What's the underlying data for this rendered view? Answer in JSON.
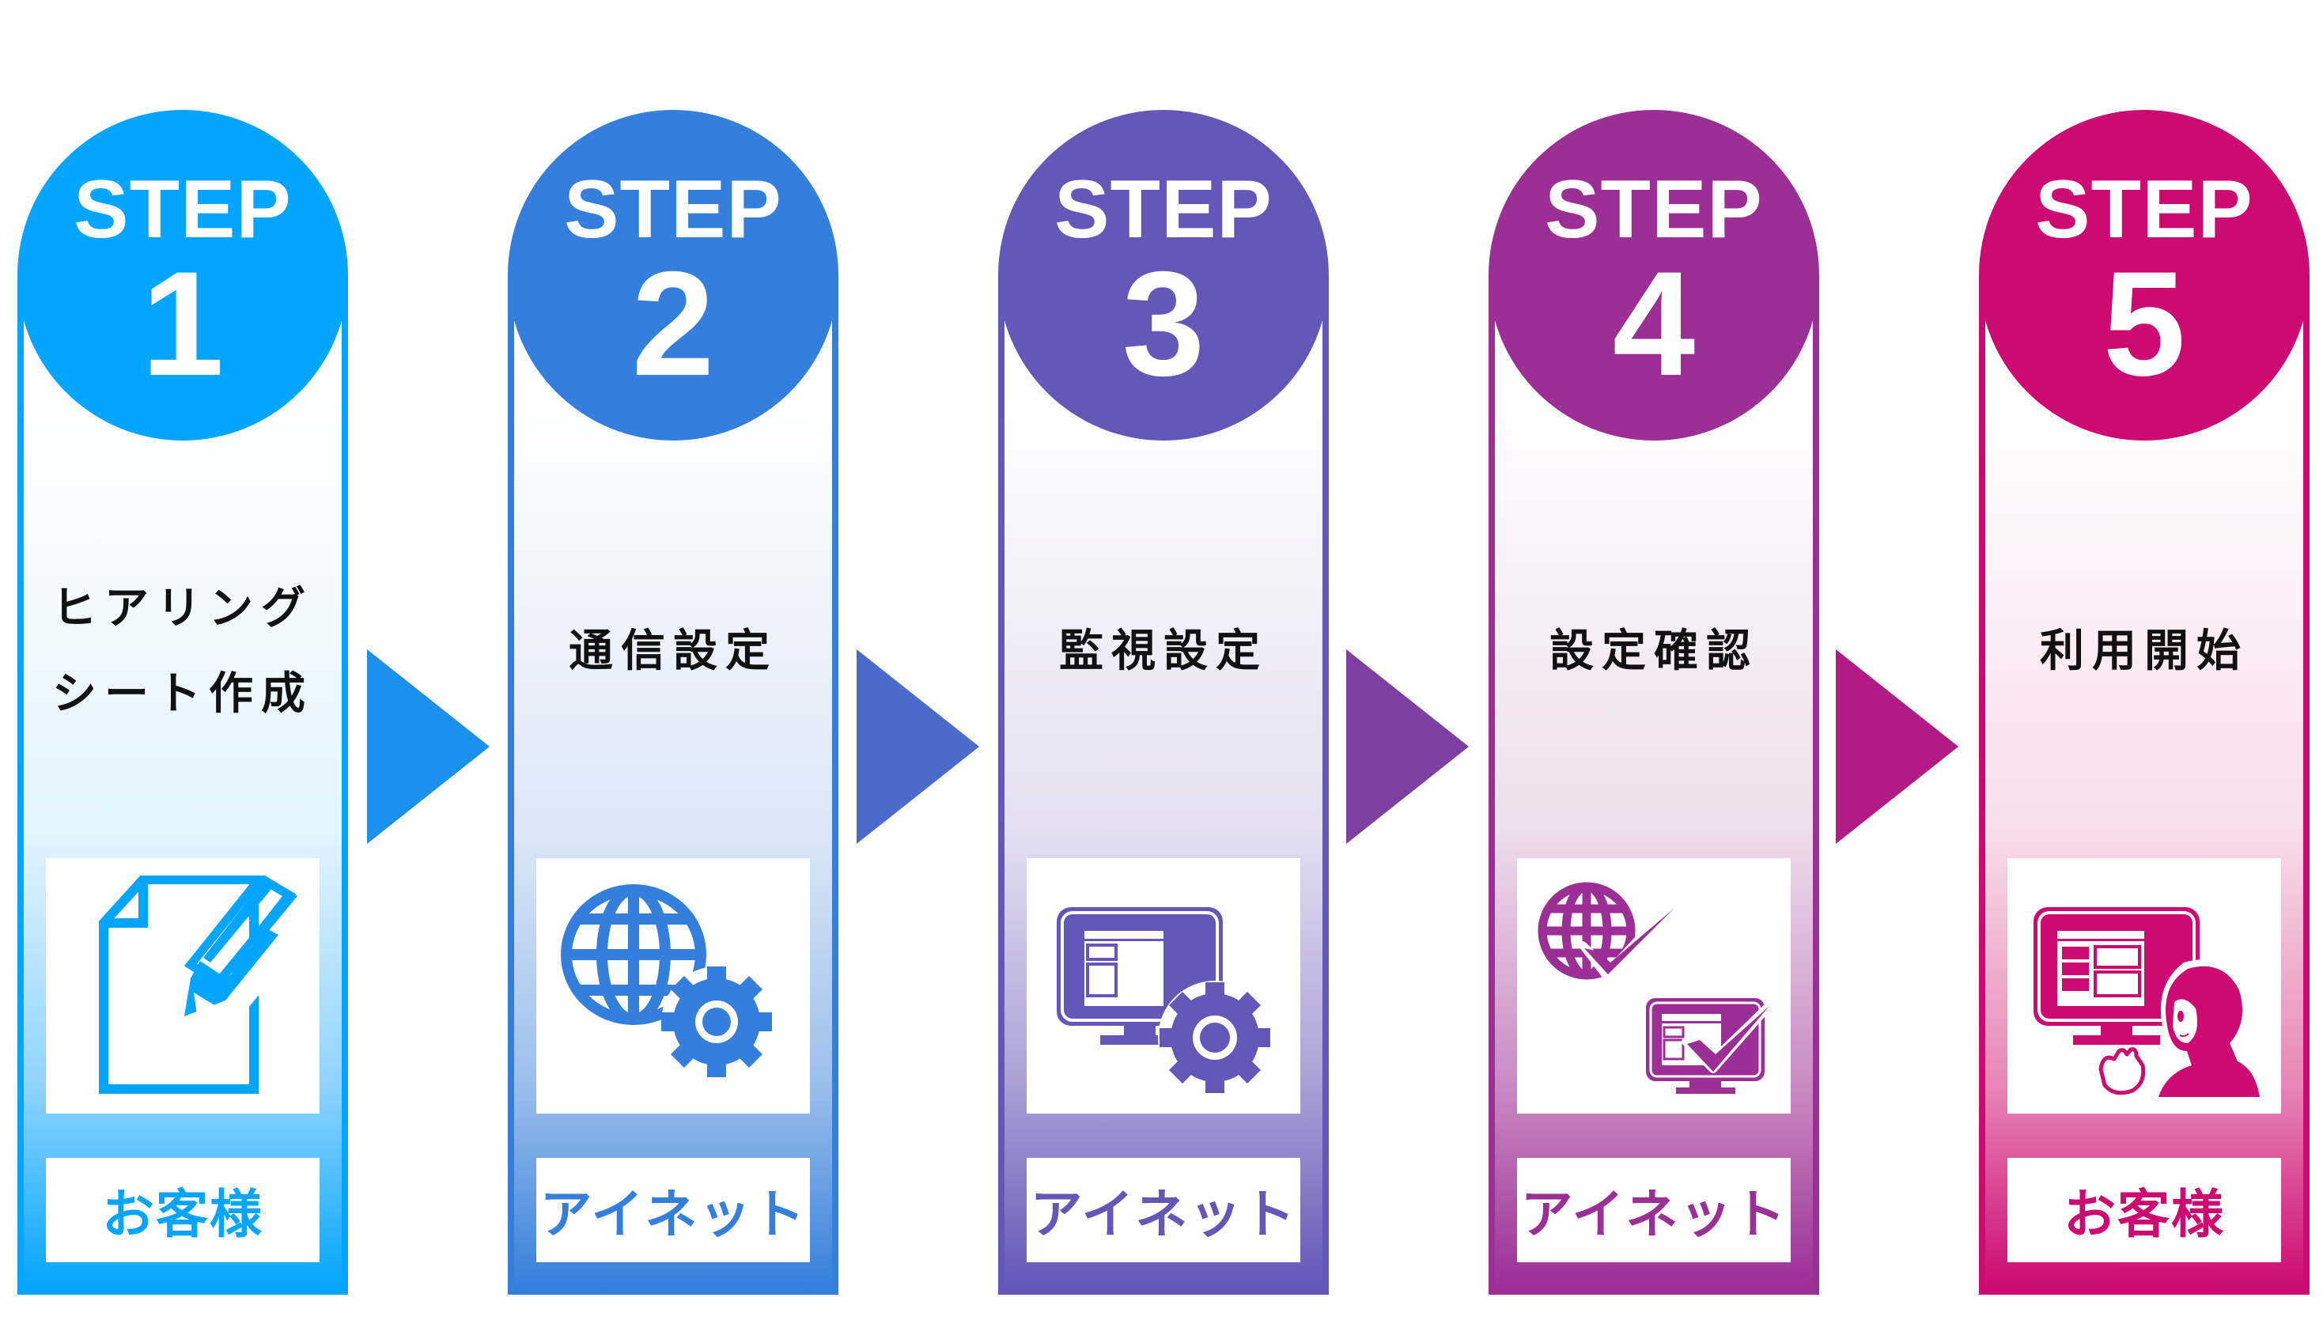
{
  "steps": [
    {
      "step_word": "STEP",
      "number": "1",
      "title_lines": [
        "ヒアリング",
        "シート作成"
      ],
      "actor": "お客様",
      "icon": "document-pencil-icon",
      "color": "#03A5FF",
      "light": "#E3F4FE",
      "mid": "#8FD3FF"
    },
    {
      "step_word": "STEP",
      "number": "2",
      "title_lines": [
        "通信設定"
      ],
      "actor": "アイネット",
      "icon": "globe-gear-icon",
      "color": "#357FDC",
      "light": "#DCE7F7",
      "mid": "#9ABEEB"
    },
    {
      "step_word": "STEP",
      "number": "3",
      "title_lines": [
        "監視設定"
      ],
      "actor": "アイネット",
      "icon": "monitor-gear-icon",
      "color": "#6557B8",
      "light": "#E3DFF1",
      "mid": "#A99FD6"
    },
    {
      "step_word": "STEP",
      "number": "4",
      "title_lines": [
        "設定確認"
      ],
      "actor": "アイネット",
      "icon": "globe-monitor-check-icon",
      "color": "#9B2F96",
      "light": "#EEDDEC",
      "mid": "#C98AC3"
    },
    {
      "step_word": "STEP",
      "number": "5",
      "title_lines": [
        "利用開始"
      ],
      "actor": "お客様",
      "icon": "user-monitor-icon",
      "color": "#CC0A72",
      "light": "#F8DDEA",
      "mid": "#E786B6"
    }
  ],
  "arrows": [
    {
      "icon": "arrow-right-icon",
      "color": "#1C90EC"
    },
    {
      "icon": "arrow-right-icon",
      "color": "#4A6ACC"
    },
    {
      "icon": "arrow-right-icon",
      "color": "#7E3FA3"
    },
    {
      "icon": "arrow-right-icon",
      "color": "#B21A85"
    }
  ]
}
